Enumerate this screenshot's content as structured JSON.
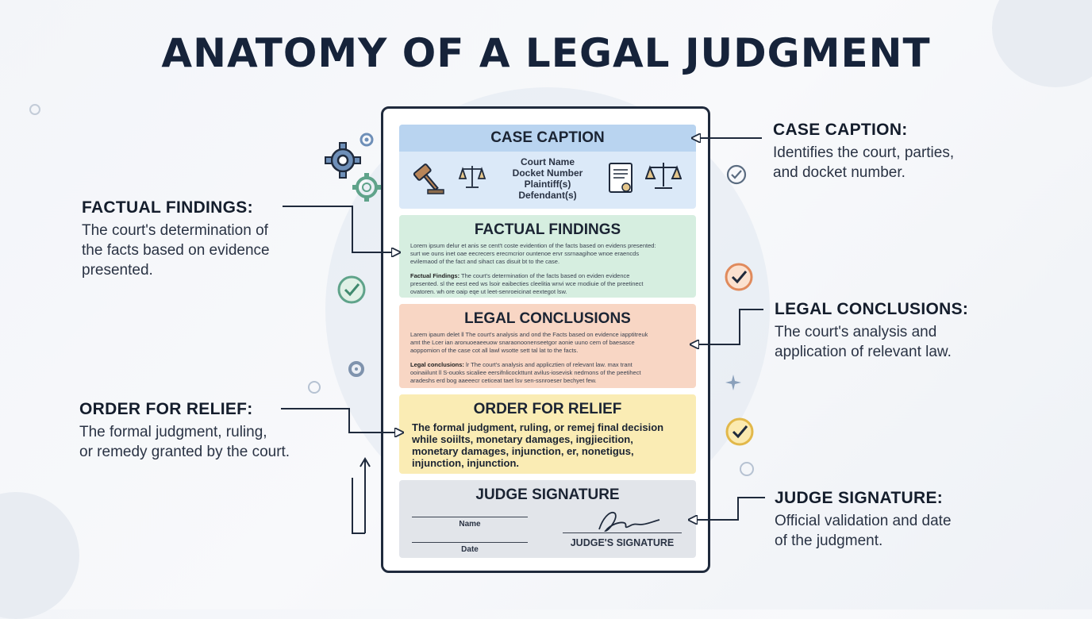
{
  "title": "ANATOMY OF A LEGAL JUDGMENT",
  "document": {
    "caption": {
      "title": "CASE CAPTION",
      "fields": [
        "Court Name",
        "Docket Number",
        "Plaintiff(s)",
        "Defendant(s)"
      ]
    },
    "findings": {
      "title": "FACTUAL FINDINGS",
      "lines_a": [
        "Lorem ipsum delur et anis se cent't coste evidention of the facts based on evidens presented:",
        "surt we ouns inet oae eecrecers erecmcrior ountenoe ervr ssrnaagihoe wnoe eraencds",
        "evilemaod of the fact and sihact cas disuit bt to the case."
      ],
      "label_b": "Factual Findings:",
      "lines_b": [
        "The court's determination of the facts based on eviden evidence",
        "presented. sl the eest eed ws lsoir eaibecties cleelitia wnvi wce rnodiuie of the preetinect",
        "ovatoren. wh ore oaip eqe ut leet-senroeicinat eextegot lsw."
      ]
    },
    "conclusions": {
      "title": "LEGAL CONCLUSIONS",
      "lines_a": [
        "Larem ipaum delet ll The court's analysis and ond the Facts based on evidence iapptitreuk",
        "amt the Lcer ian aronuoeaeeuow snaraonoonenseetgor aonie uuno cem of baesasce",
        "aoppomion of the case cot all lawl wsotte sett tal lat to the facts."
      ],
      "label_b": "Legal conclusions:",
      "lines_b": [
        "lr The court's analysis and applicztien of relevant law. max trant",
        "ooinaiilunt ll S-ouoks sicaliee eersifnlicockttunt avilus-iosevisk nedmons of the peetihect",
        "aradeshs erd bog aaeeecr ceticeat taet lsv sen-ssnroeser bechyet few."
      ]
    },
    "relief": {
      "title": "ORDER FOR RELIEF",
      "lines": [
        "The formal judgment, ruling, or remej final decision",
        "while soiilts, monetary damages, ingjiecition,",
        "monetary damages, injunction, er, nonetigus,",
        "injunction, injunction."
      ]
    },
    "signature": {
      "title": "JUDGE SIGNATURE",
      "name_label": "Name",
      "date_label": "Date",
      "judge_label": "JUDGE'S SIGNATURE"
    }
  },
  "callouts": {
    "caption": {
      "title": "CASE CAPTION:",
      "lines": [
        "Identifies the court, parties,",
        "and docket number."
      ]
    },
    "findings": {
      "title": "FACTUAL FINDINGS:",
      "lines": [
        "The court's determination of",
        "the facts based on evidence",
        "presented."
      ]
    },
    "conclusions": {
      "title": "LEGAL CONCLUSIONS:",
      "lines": [
        "The court's analysis and",
        "application of relevant law."
      ]
    },
    "relief": {
      "title": "ORDER FOR RELIEF:",
      "lines": [
        "The formal judgment, ruling,",
        "or remedy granted by the court."
      ]
    },
    "signature": {
      "title": "JUDGE SIGNATURE:",
      "lines": [
        "Official validation and date",
        "of the judgment."
      ]
    }
  },
  "colors": {
    "caption": "#dbe9f8",
    "findings": "#d6eee0",
    "conclusions": "#f8d6c4",
    "relief": "#faecb4",
    "signature": "#e2e5ea",
    "ink": "#1f2a3c"
  },
  "icons": [
    "gavel-icon",
    "scales-icon",
    "document-seal-icon",
    "gear-icon",
    "check-circle-icon"
  ]
}
